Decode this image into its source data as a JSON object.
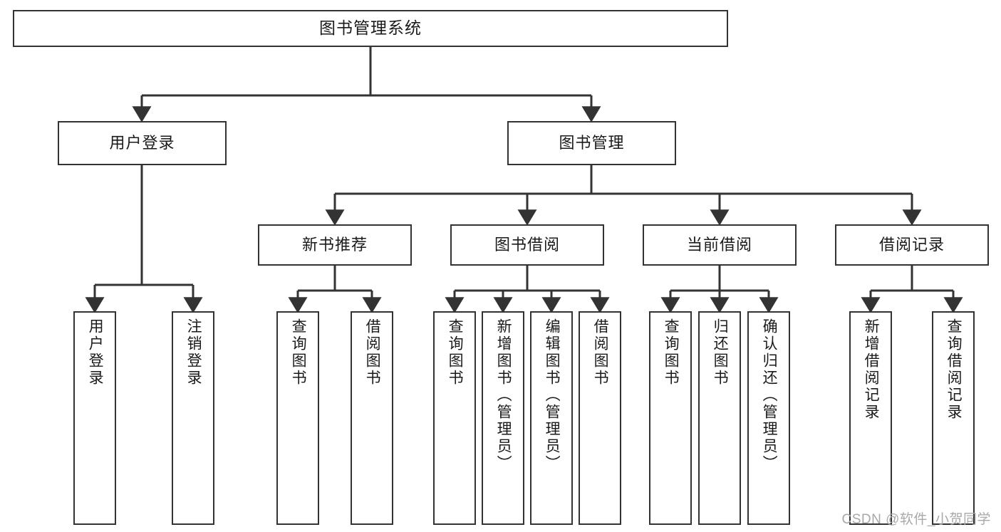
{
  "diagram": {
    "type": "tree-hierarchy",
    "title": "图书管理系统",
    "watermark": "CSDN @软件_小贺同学",
    "colors": {
      "box_border": "#333333",
      "box_fill": "#ffffff",
      "connector": "#333333",
      "text": "#1a1a1a",
      "watermark": "#a8a8a8"
    },
    "nodes": {
      "root": {
        "label": "图书管理系统"
      },
      "level2": [
        {
          "id": "user-login",
          "label": "用户登录"
        },
        {
          "id": "book-manage",
          "label": "图书管理"
        }
      ],
      "level3": [
        {
          "id": "new-book-recommend",
          "label": "新书推荐"
        },
        {
          "id": "book-borrow",
          "label": "图书借阅"
        },
        {
          "id": "current-borrow",
          "label": "当前借阅"
        },
        {
          "id": "borrow-record",
          "label": "借阅记录"
        }
      ],
      "leaves": {
        "user_login": [
          {
            "id": "leaf-user-login",
            "label": "用户登录"
          },
          {
            "id": "leaf-logout-login",
            "label": "注销登录"
          }
        ],
        "new_book_recommend": [
          {
            "id": "leaf-query-book-1",
            "label": "查询图书"
          },
          {
            "id": "leaf-borrow-book-1",
            "label": "借阅图书"
          }
        ],
        "book_borrow": [
          {
            "id": "leaf-query-book-2",
            "label": "查询图书"
          },
          {
            "id": "leaf-add-book",
            "label": "新增图书（管理员）"
          },
          {
            "id": "leaf-edit-book",
            "label": "编辑图书（管理员）"
          },
          {
            "id": "leaf-borrow-book-2",
            "label": "借阅图书"
          }
        ],
        "current_borrow": [
          {
            "id": "leaf-query-book-3",
            "label": "查询图书"
          },
          {
            "id": "leaf-return-book",
            "label": "归还图书"
          },
          {
            "id": "leaf-confirm-return",
            "label": "确认归还（管理员）"
          }
        ],
        "borrow_record": [
          {
            "id": "leaf-add-record",
            "label": "新增借阅记录"
          },
          {
            "id": "leaf-query-record",
            "label": "查询借阅记录"
          }
        ]
      }
    }
  }
}
